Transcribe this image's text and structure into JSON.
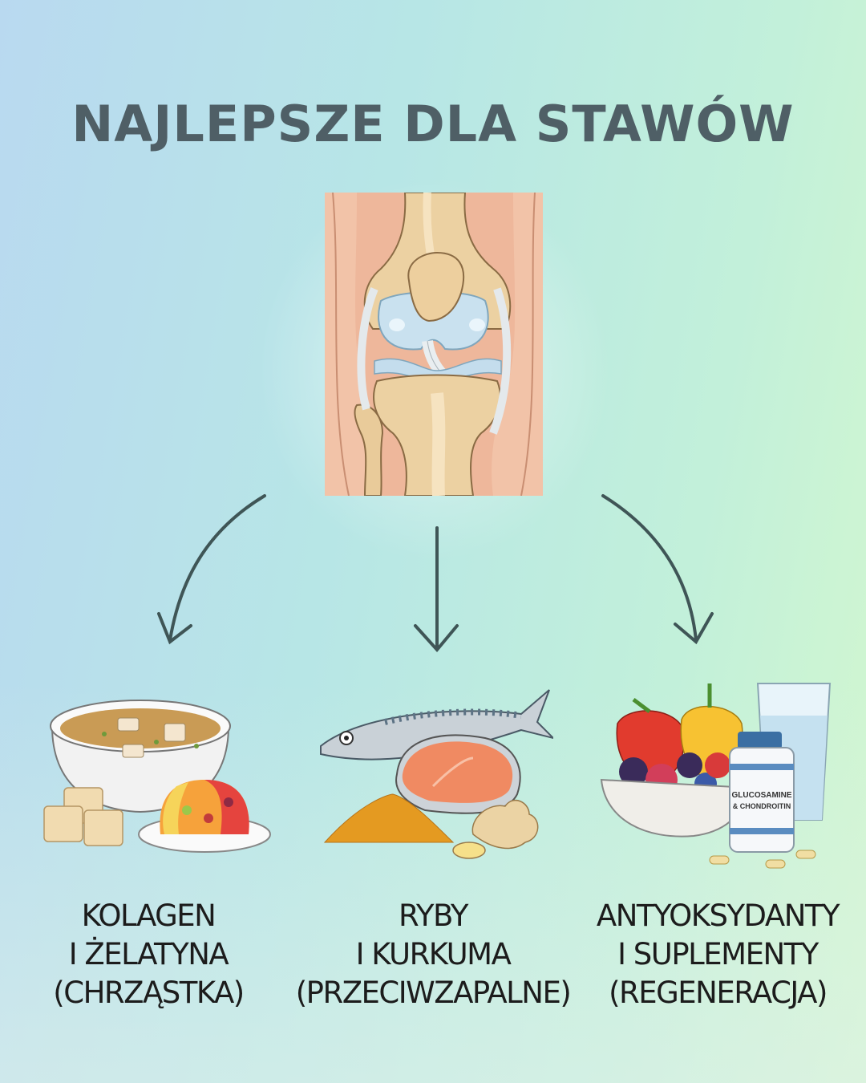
{
  "title": "NAJLEPSZE DLA STAWÓW",
  "colors": {
    "title": "#4f5f66",
    "label_text": "#1c1c1c",
    "arrow": "#3f5556",
    "background_left": "#b9d9f0",
    "background_right": "#d3f7cf"
  },
  "center_illustration": {
    "icon": "knee-joint-icon",
    "description": "Knee joint anatomy"
  },
  "categories": [
    {
      "id": "collagen",
      "line1": "KOLAGEN",
      "line2": "I ŻELATYNA",
      "line3": "(CHRZĄSTKA)",
      "icons": [
        "broth-bowl-icon",
        "gelatin-cubes-icon",
        "jelly-mold-icon"
      ]
    },
    {
      "id": "fish",
      "line1": "RYBY",
      "line2": "I KURKUMA",
      "line3": "(PRZECIWZAPALNE)",
      "icons": [
        "mackerel-fish-icon",
        "salmon-steak-icon",
        "turmeric-powder-icon",
        "ginger-root-icon"
      ]
    },
    {
      "id": "antioxidants",
      "line1": "ANTYOKSYDANTY",
      "line2": "I SUPLEMENTY",
      "line3": "(REGENERACJA)",
      "icons": [
        "fruit-bowl-icon",
        "bell-pepper-icon",
        "water-glass-icon",
        "supplement-bottle-icon"
      ],
      "bottle_label_1": "GLUCOSAMINE",
      "bottle_label_2": "& CHONDROITIN"
    }
  ]
}
